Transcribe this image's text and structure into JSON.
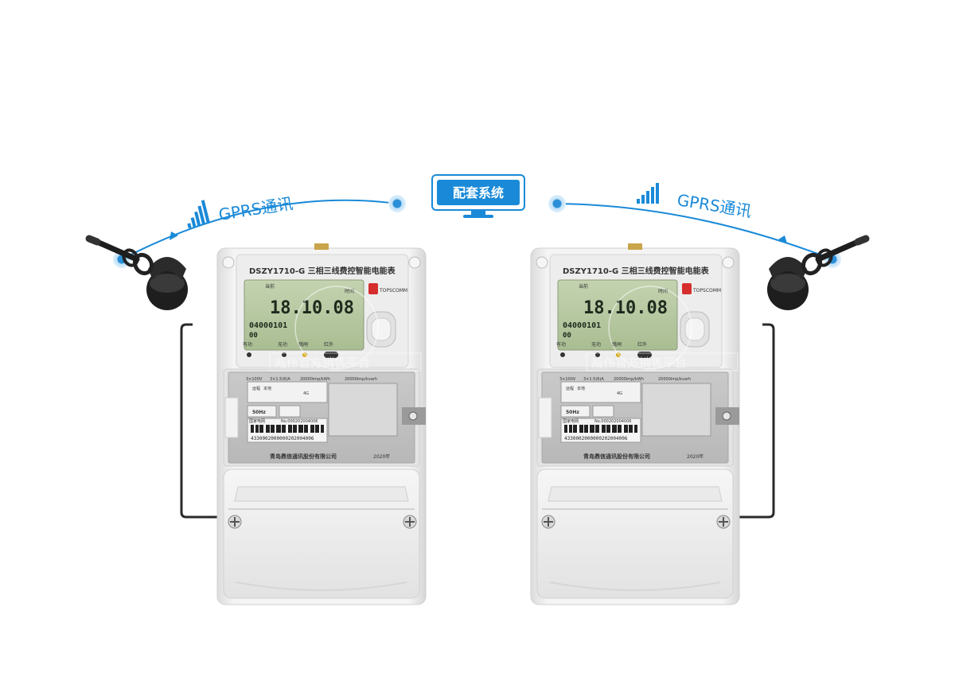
{
  "system_label": "配套系统",
  "links": [
    {
      "label": "GPRS通讯"
    },
    {
      "label": "GPRS通讯"
    }
  ],
  "meter": {
    "model": "DSZY1710-G 三相三线费控智能电能表",
    "brand": "TOPSCOMM",
    "lcd_reading": "18.10.08",
    "lcd_code": "04000101",
    "lcd_sub": "00",
    "lcd_tag_left": "当前",
    "lcd_tag_right": "时间",
    "indicators": [
      "有功",
      "无功",
      "跳闸",
      "红外"
    ],
    "spec_voltage": "3×100V",
    "spec_current": "3×1.5(6)A",
    "spec_const1": "20000imp/kWh",
    "spec_const2": "20000imp/kvarh",
    "mode_left": "远程",
    "mode_right": "本地",
    "network": "4G",
    "frequency": "50Hz",
    "grid": "国家电网",
    "serial": "No.000202004006",
    "barcode": "4330002000000202004006",
    "manufacturer": "青岛鼎信通讯股份有限公司",
    "year": "2020年"
  },
  "watermark": {
    "text": "威伟官方销售平台"
  },
  "colors": {
    "accent": "#1a8ad8",
    "accent_light": "#bfe0f7",
    "lcd": "#b8c9a4",
    "body": "#f0f0f0"
  }
}
